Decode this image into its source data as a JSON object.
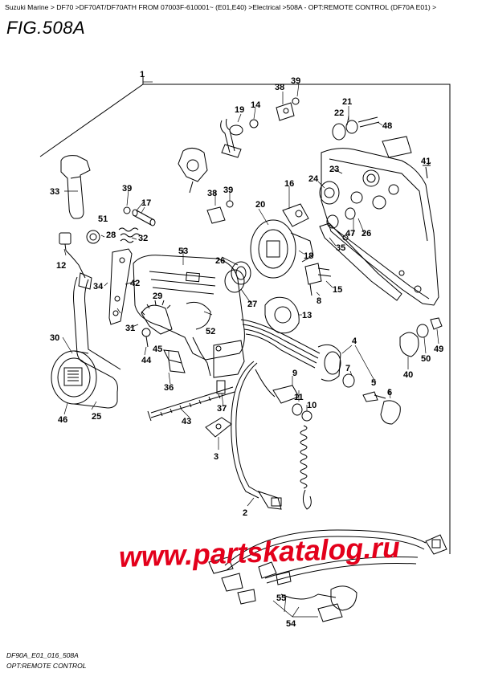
{
  "breadcrumb": "Suzuki Marine > DF70 >DF70AT/DF70ATH FROM 07003F-610001~ (E01,E40) >Electrical >508A - OPT:REMOTE CONTROL (DF70A E01) >",
  "figure_title": "FIG.508A",
  "footer_code": "DF90A_E01_016_508A",
  "footer_caption": "OPT:REMOTE CONTROL",
  "watermark": "www.partskatalog.ru",
  "colors": {
    "line": "#000000",
    "watermark": "#e3001b"
  },
  "callouts": {
    "c1": "1",
    "c2": "2",
    "c3": "3",
    "c4": "4",
    "c5": "5",
    "c6": "6",
    "c7": "7",
    "c8": "8",
    "c9": "9",
    "c10": "10",
    "c11": "11",
    "c12": "12",
    "c13": "13",
    "c14": "14",
    "c15": "15",
    "c16": "16",
    "c17": "17",
    "c18": "18",
    "c19": "19",
    "c20": "20",
    "c21": "21",
    "c22": "22",
    "c23": "23",
    "c24": "24",
    "c25": "25",
    "c26a": "26",
    "c26b": "26",
    "c27": "27",
    "c28": "28",
    "c29": "29",
    "c30": "30",
    "c31": "31",
    "c32": "32",
    "c33": "33",
    "c34": "34",
    "c35": "35",
    "c36": "36",
    "c37": "37",
    "c38a": "38",
    "c38b": "38",
    "c39a": "39",
    "c39b": "39",
    "c39c": "39",
    "c40": "40",
    "c41": "41",
    "c42": "42",
    "c43": "43",
    "c44": "44",
    "c45": "45",
    "c46": "46",
    "c47": "47",
    "c48": "48",
    "c49": "49",
    "c50": "50",
    "c51": "51",
    "c52": "52",
    "c53": "53",
    "c54": "54",
    "c55": "55"
  }
}
